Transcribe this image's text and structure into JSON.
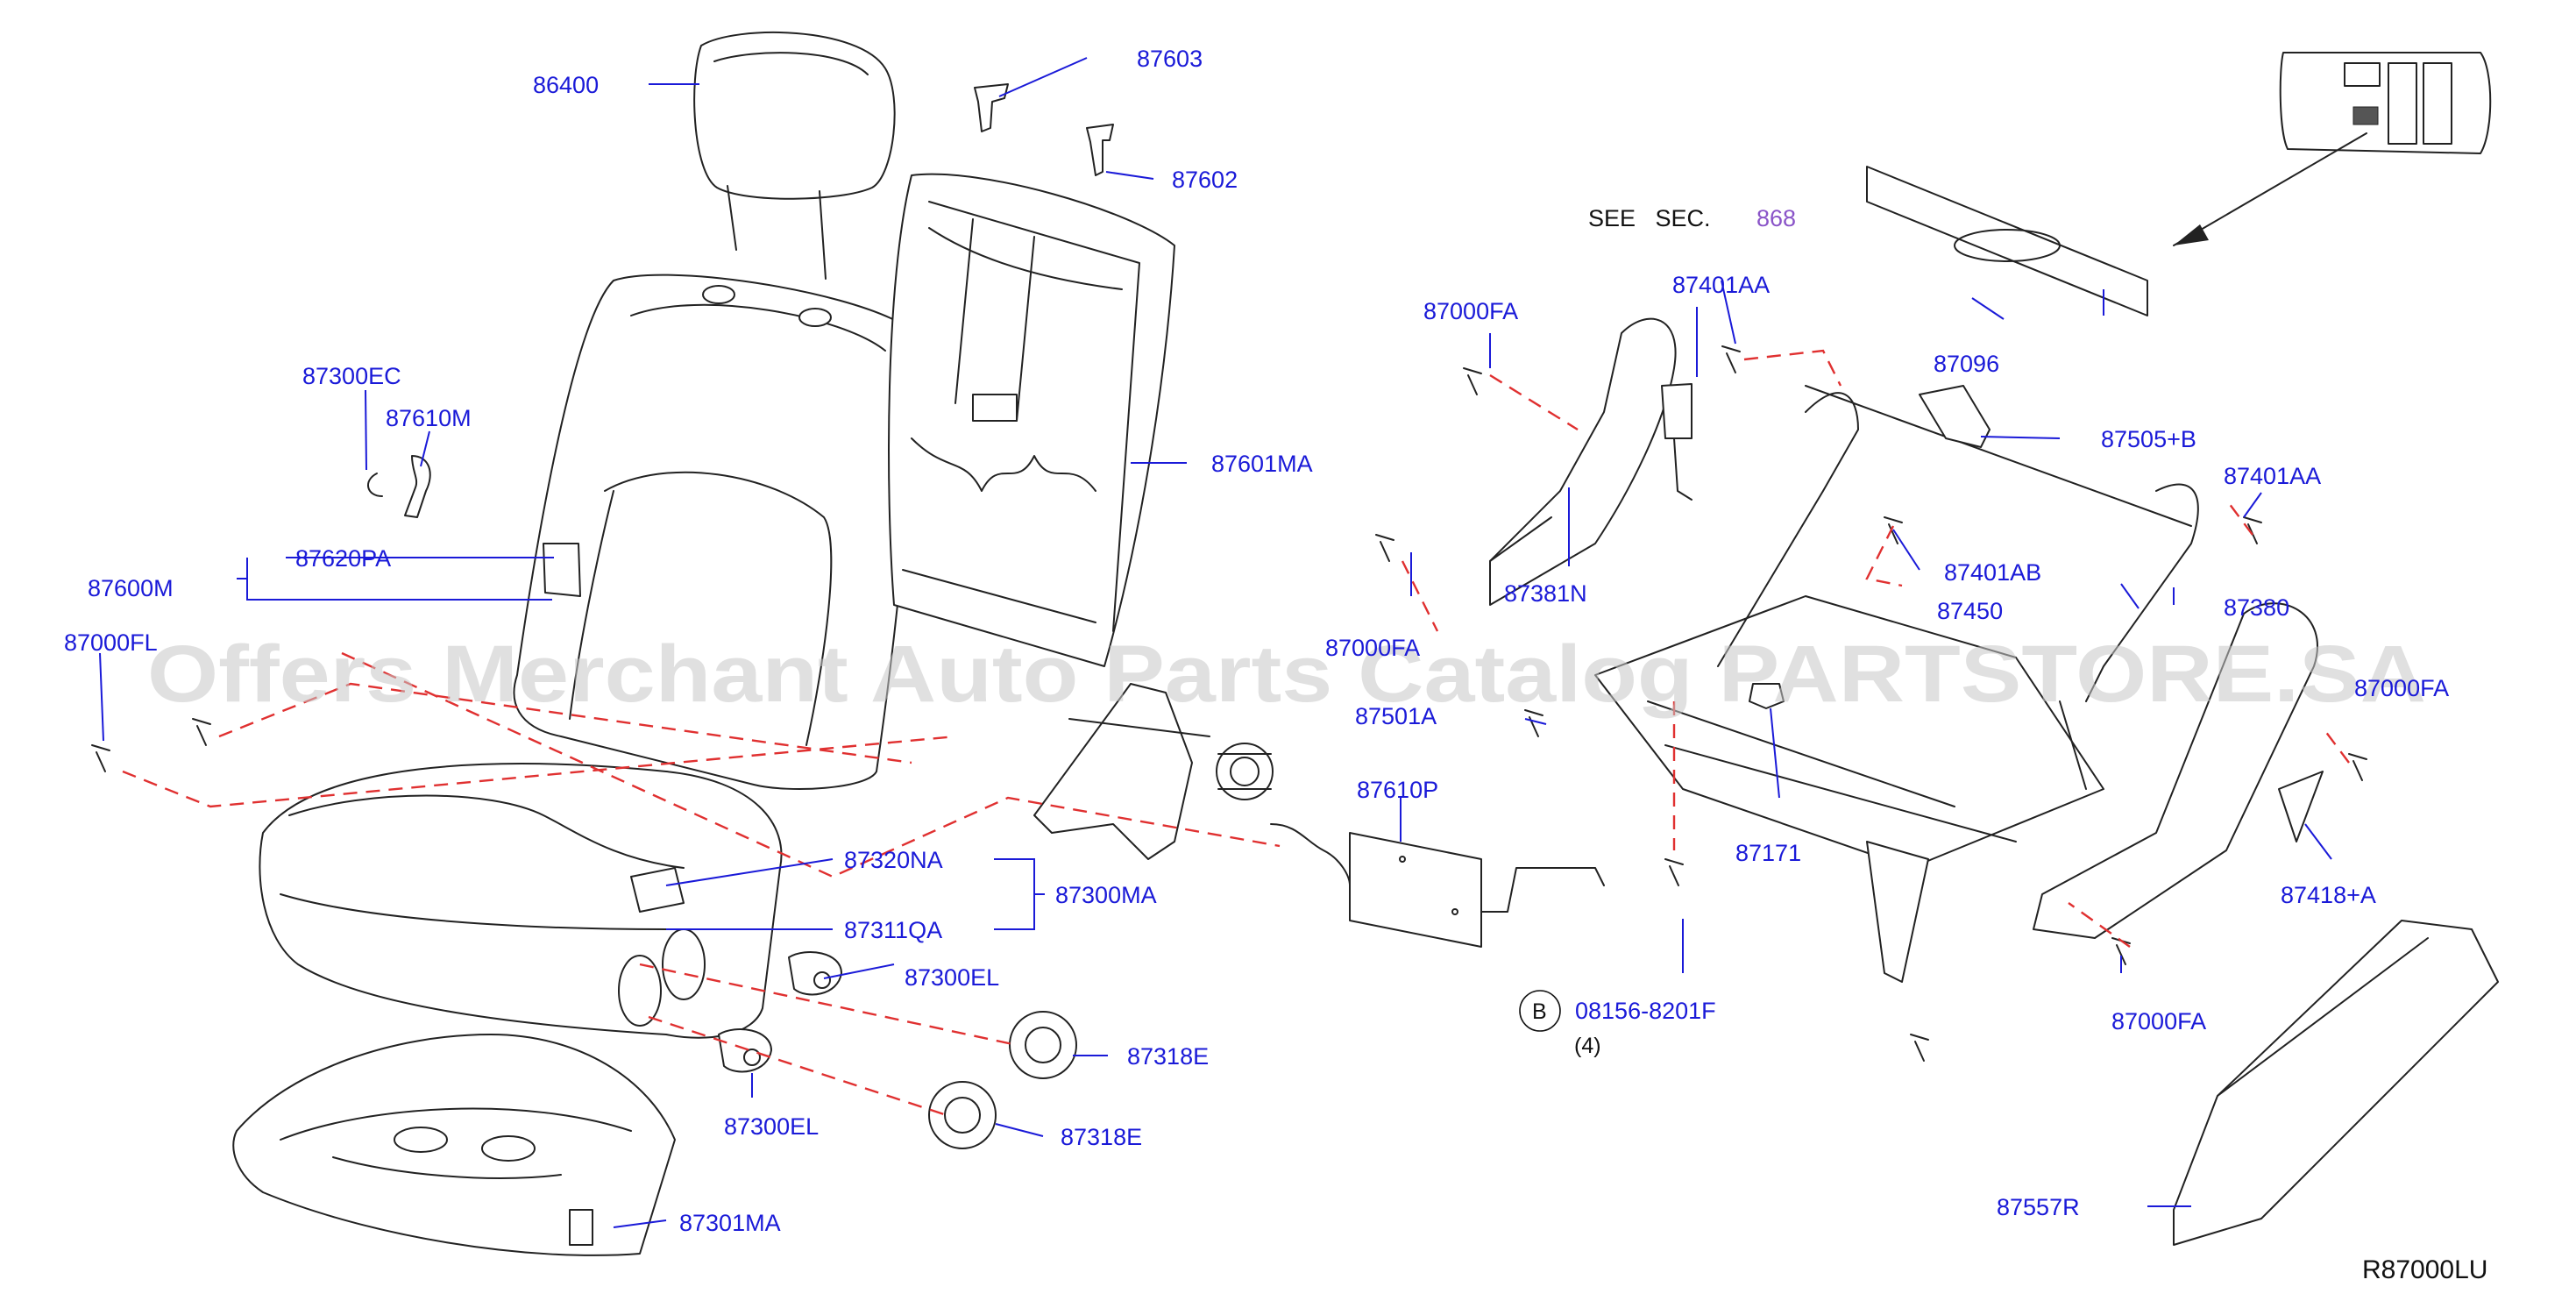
{
  "diagram": {
    "code": "R87000LU",
    "watermark": "Offers Merchant Auto Parts Catalog PARTSTORE.SA",
    "see_section": {
      "prefix": "SEE   SEC.",
      "number": "868"
    },
    "callout": {
      "letter": "B",
      "quantity": "(4)"
    },
    "colors": {
      "label": "#1a1ad8",
      "dashed_line": "#e03030",
      "see_ref": "#8a54c8",
      "drawing": "#222222"
    }
  },
  "labels": {
    "p86400": "86400",
    "p87603": "87603",
    "p87602": "87602",
    "p87601ma": "87601MA",
    "p87300ec": "87300EC",
    "p87610m": "87610M",
    "p87620pa": "87620PA",
    "p87600m": "87600M",
    "p87000f_left": "87000FL",
    "p87320na": "87320NA",
    "p87311qa": "87311QA",
    "p87300ma": "87300MA",
    "p87300el_a": "87300EL",
    "p87300el_b": "87300EL",
    "p87318e_a": "87318E",
    "p87318e_b": "87318E",
    "p87301ma": "87301MA",
    "p87610p": "87610P",
    "p08156": "08156-8201F",
    "p87000fa_top": "87000FA",
    "p87000fa_mid": "87000FA",
    "p87381n": "87381N",
    "p87401aa_top": "87401AA",
    "p87401aa_right": "87401AA",
    "p87401ab": "87401AB",
    "p87450": "87450",
    "p87501a": "87501A",
    "p87171": "87171",
    "p87096": "87096",
    "p87505b": "87505+B",
    "p87380": "87380",
    "p87000fa_right": "87000FA",
    "p87418a": "87418+A",
    "p87000fa_bottom": "87000FA",
    "p87557r": "87557R"
  }
}
